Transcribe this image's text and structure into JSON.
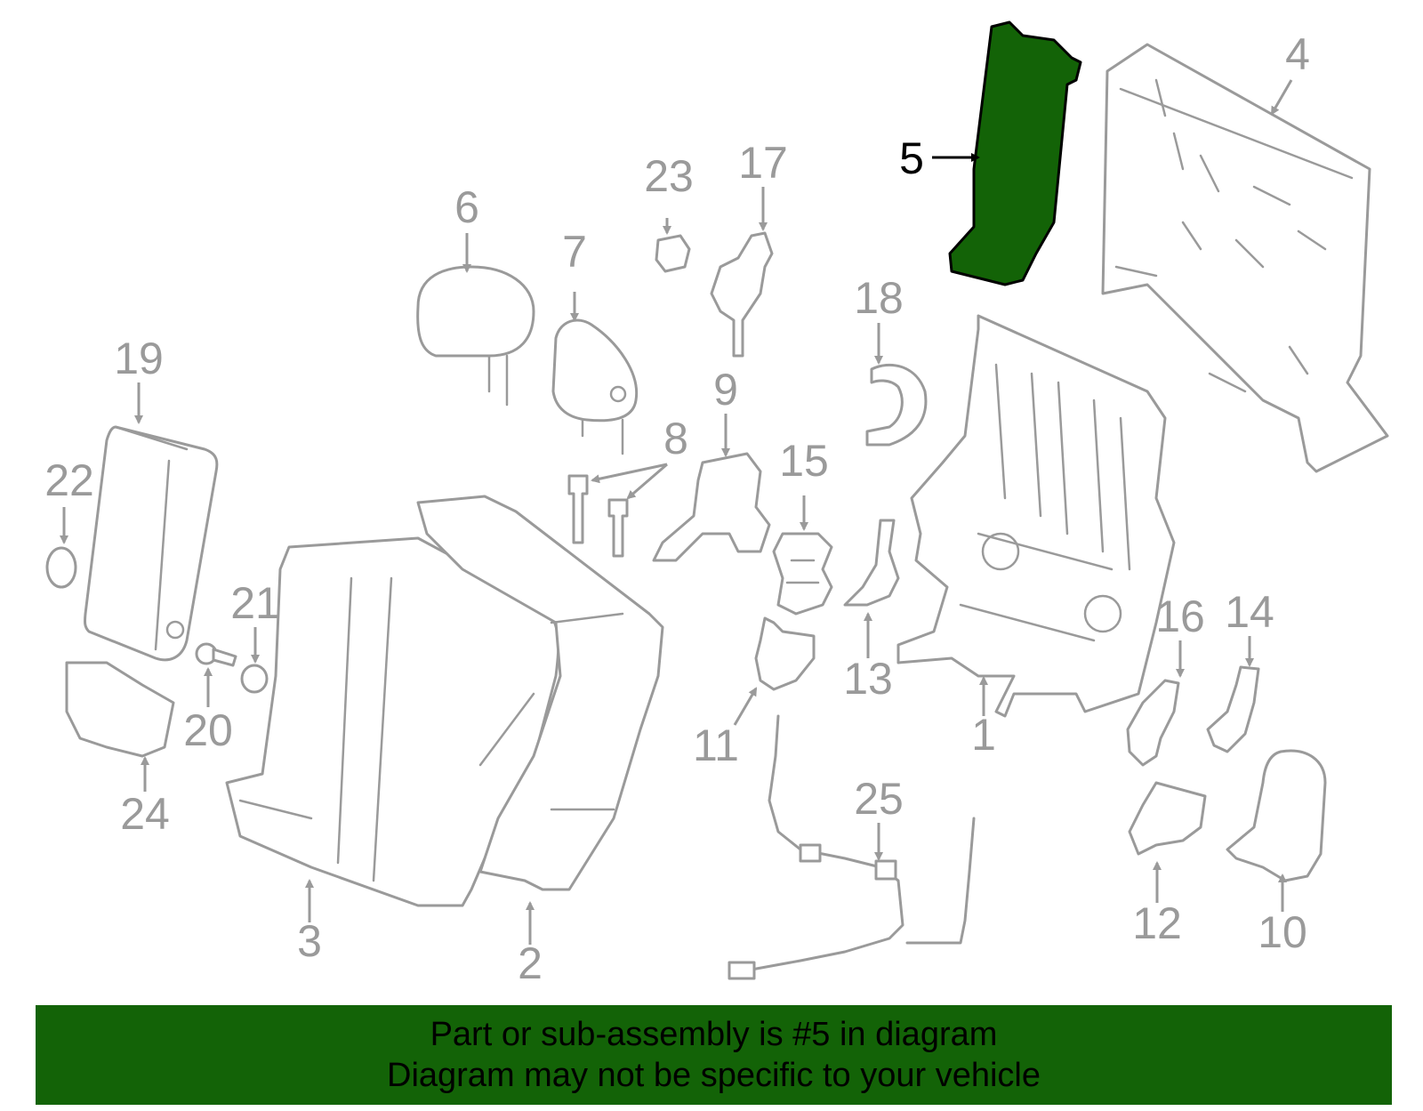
{
  "highlighted_part": "5",
  "colors": {
    "highlight": "#136307",
    "line_art": "#9a9a9a",
    "text": "#000000"
  },
  "callouts": {
    "p1": "1",
    "p2": "2",
    "p3": "3",
    "p4": "4",
    "p5": "5",
    "p6": "6",
    "p7": "7",
    "p8": "8",
    "p9": "9",
    "p10": "10",
    "p11": "11",
    "p12": "12",
    "p13": "13",
    "p14": "14",
    "p15": "15",
    "p16": "16",
    "p17": "17",
    "p18": "18",
    "p19": "19",
    "p20": "20",
    "p21": "21",
    "p22": "22",
    "p23": "23",
    "p24": "24",
    "p25": "25"
  },
  "banner": {
    "line1": "Part or sub-assembly is #5 in diagram",
    "line2": "Diagram may not be specific to your vehicle"
  }
}
